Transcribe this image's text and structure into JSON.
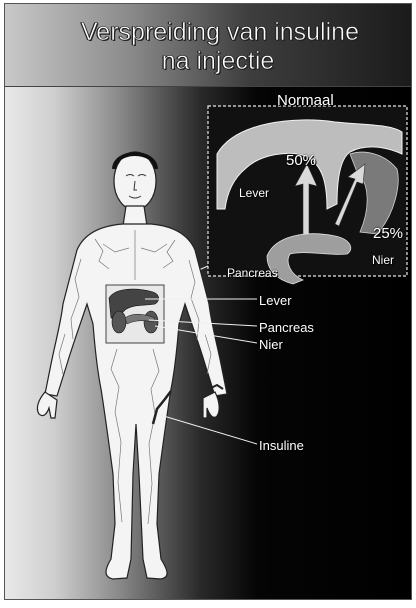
{
  "title": {
    "line1": "Verspreiding van insuline",
    "line2": "na injectie"
  },
  "inset": {
    "title": "Normaal",
    "liver_percent": "50%",
    "liver_label": "Lever",
    "kidney_percent": "25%",
    "kidney_label": "Nier",
    "pancreas_label": "Pancreas"
  },
  "callouts": {
    "liver": "Lever",
    "pancreas": "Pancreas",
    "kidney": "Nier",
    "insulin": "Insuline"
  }
}
